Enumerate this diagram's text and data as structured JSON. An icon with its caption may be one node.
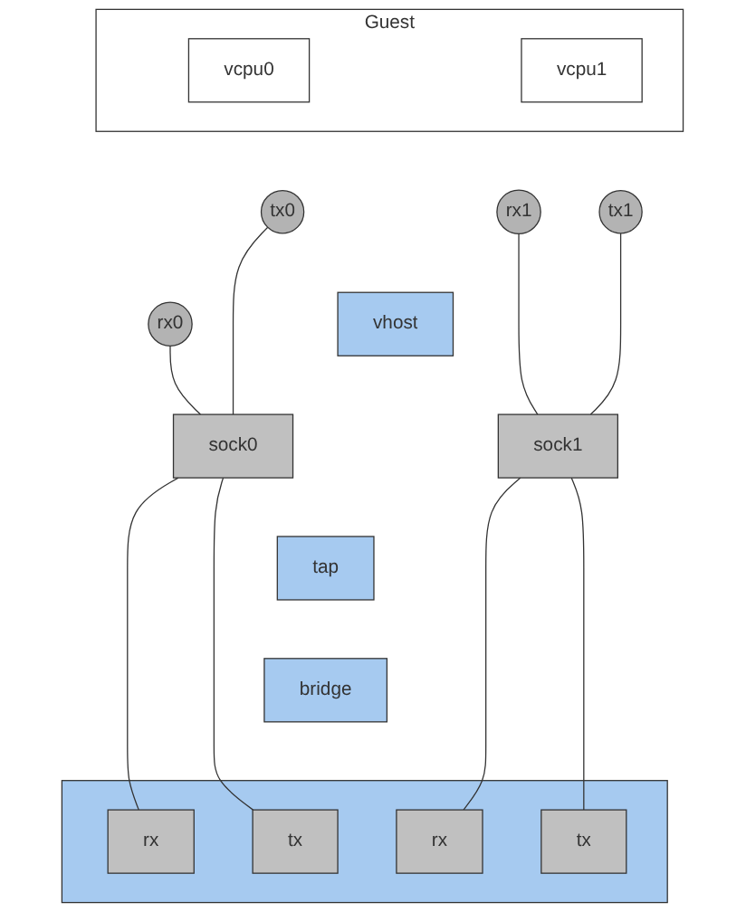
{
  "diagram": {
    "nodes": [
      {
        "text": [
          "Guest"
        ]
      },
      {
        "text": [
          "vcpu0"
        ],
        "in": 0
      },
      {
        "text": [
          "vcpu1"
        ],
        "in": 0
      },
      {
        "text": [
          "rx0"
        ]
      },
      {
        "text": [
          "tx0"
        ]
      },
      {
        "text": [
          "rx1"
        ]
      },
      {
        "text": [
          "tx1"
        ]
      },
      {
        "text": [
          "vhost"
        ]
      },
      {
        "text": [
          "sock0"
        ]
      },
      {
        "text": [
          "sock1"
        ]
      },
      {
        "text": [
          "tap"
        ]
      },
      {
        "text": [
          "bridge"
        ]
      },
      {
        "text": [],
        "shape": "bar"
      },
      {
        "text": [
          "rx"
        ],
        "in": 12
      },
      {
        "text": [
          "tx"
        ],
        "in": 12
      },
      {
        "text": [
          "rx"
        ],
        "in": 12
      },
      {
        "text": [
          "tx"
        ],
        "in": 12
      }
    ],
    "edges": [
      {
        "from": 3,
        "to": 8,
        "arrow": "none"
      },
      {
        "from": 4,
        "to": 8,
        "arrow": "none"
      },
      {
        "from": 5,
        "to": 9,
        "arrow": "none"
      },
      {
        "from": 6,
        "to": 9,
        "arrow": "none"
      },
      {
        "from": 8,
        "to": 13,
        "arrow": "none"
      },
      {
        "from": 8,
        "to": 14,
        "arrow": "none"
      },
      {
        "from": 9,
        "to": 15,
        "arrow": "none"
      },
      {
        "from": 9,
        "to": 16,
        "arrow": "none"
      }
    ]
  }
}
